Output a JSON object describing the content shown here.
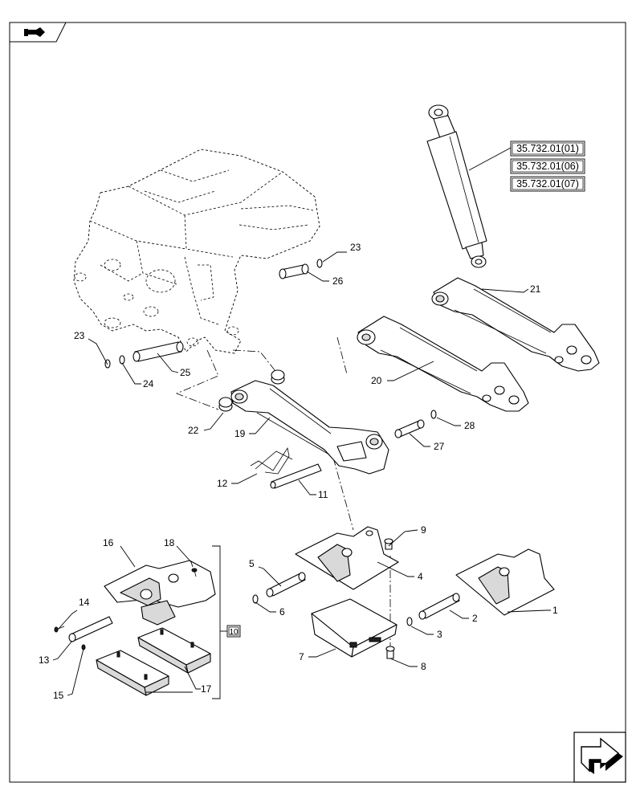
{
  "references": [
    "35.732.01(01)",
    "35.732.01(06)",
    "35.732.01(07)"
  ],
  "group_label": "10",
  "callouts": {
    "c1": "1",
    "c2": "2",
    "c3": "3",
    "c4": "4",
    "c5": "5",
    "c6": "6",
    "c7": "7",
    "c8": "8",
    "c9": "9",
    "c11": "11",
    "c12": "12",
    "c13": "13",
    "c14": "14",
    "c15": "15",
    "c16": "16",
    "c17": "17",
    "c18": "18",
    "c19": "19",
    "c20": "20",
    "c21": "21",
    "c22": "22",
    "c23a": "23",
    "c23b": "23",
    "c24": "24",
    "c25": "25",
    "c26": "26",
    "c27": "27",
    "c28": "28"
  },
  "icons": {
    "top_left": "book-pointer-icon",
    "bottom_right": "next-page-arrow-icon"
  }
}
